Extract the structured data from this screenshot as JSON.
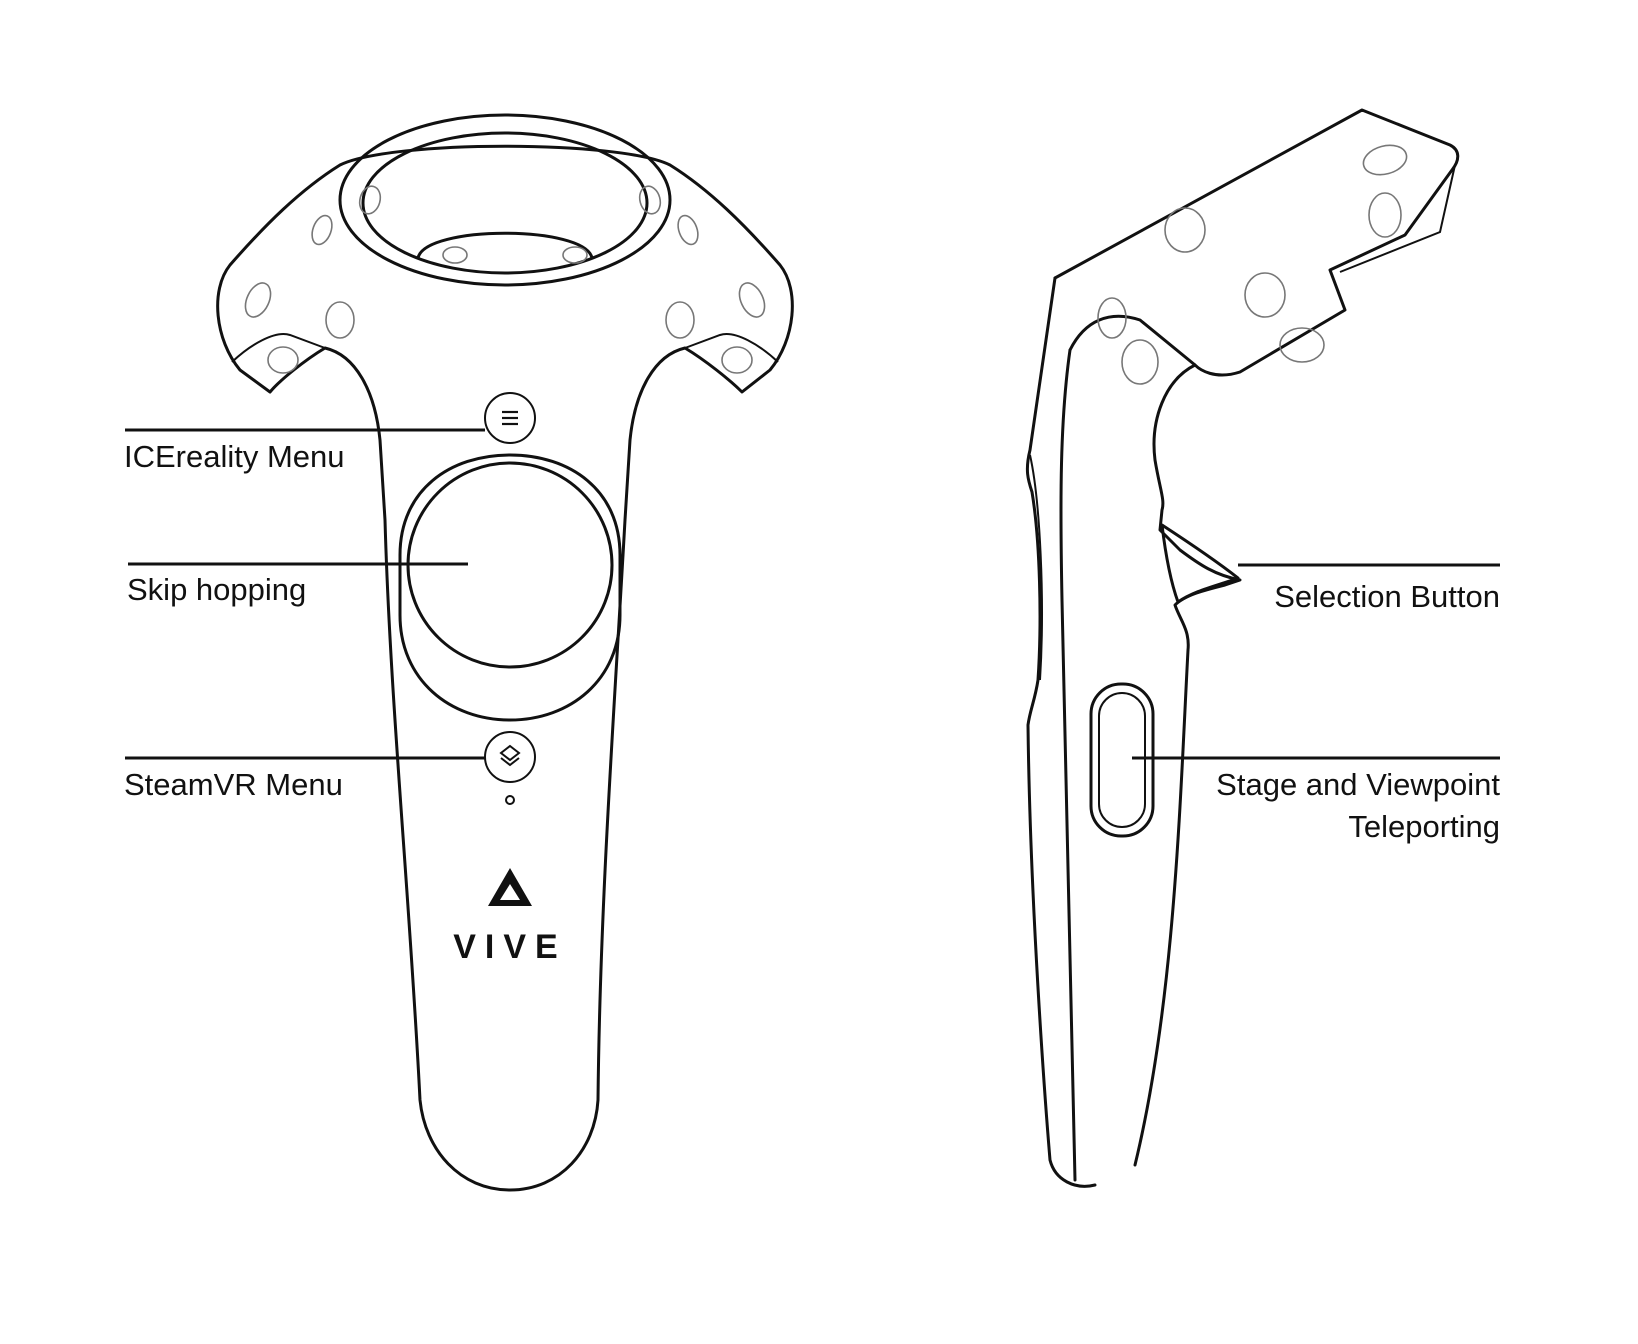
{
  "labels": {
    "left": {
      "menu": "ICEreality Menu",
      "trackpad": "Skip hopping",
      "system": "SteamVR Menu"
    },
    "right": {
      "trigger": "Selection Button",
      "grip_line1": "Stage and Viewpoint",
      "grip_line2": "Teleporting"
    }
  },
  "device": {
    "brand_text": "VIVE",
    "brand_icon": "vive-logo-icon",
    "menu_icon": "hamburger-icon",
    "system_icon": "steamvr-layers-icon"
  },
  "colors": {
    "line": "#111111",
    "sensor": "#777777",
    "background": "#ffffff"
  }
}
